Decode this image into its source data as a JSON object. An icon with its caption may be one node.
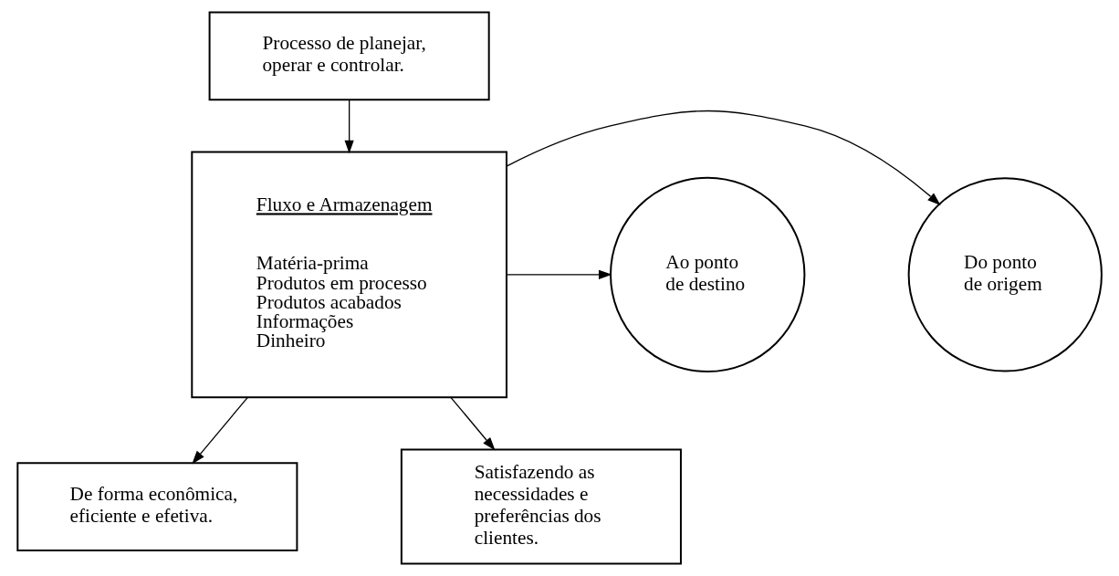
{
  "diagram": {
    "nodes": [
      {
        "text": [
          "Processo de planejar, operar e controlar."
        ]
      },
      {
        "text": [
          "Fluxo e Armazenagem",
          "Matéria-prima",
          "Produtos em processo",
          "Produtos acabados",
          "Informações",
          "Dinheiro"
        ]
      },
      {
        "text": [
          "Do ponto de origem"
        ]
      },
      {
        "text": [
          "Ao ponto de destino"
        ]
      },
      {
        "text": [
          "De forma econômica, eficiente e efetiva."
        ]
      },
      {
        "text": [
          "Satisfazendo as necessidades e preferências dos clientes."
        ]
      }
    ],
    "edges": [
      {
        "from": 0,
        "to": 1,
        "arrow": "to"
      },
      {
        "from": 1,
        "to": 2,
        "arrow": "to"
      },
      {
        "from": 1,
        "to": 3,
        "arrow": "to"
      },
      {
        "from": 1,
        "to": 4,
        "arrow": "to"
      },
      {
        "from": 1,
        "to": 5,
        "arrow": "to"
      }
    ]
  }
}
